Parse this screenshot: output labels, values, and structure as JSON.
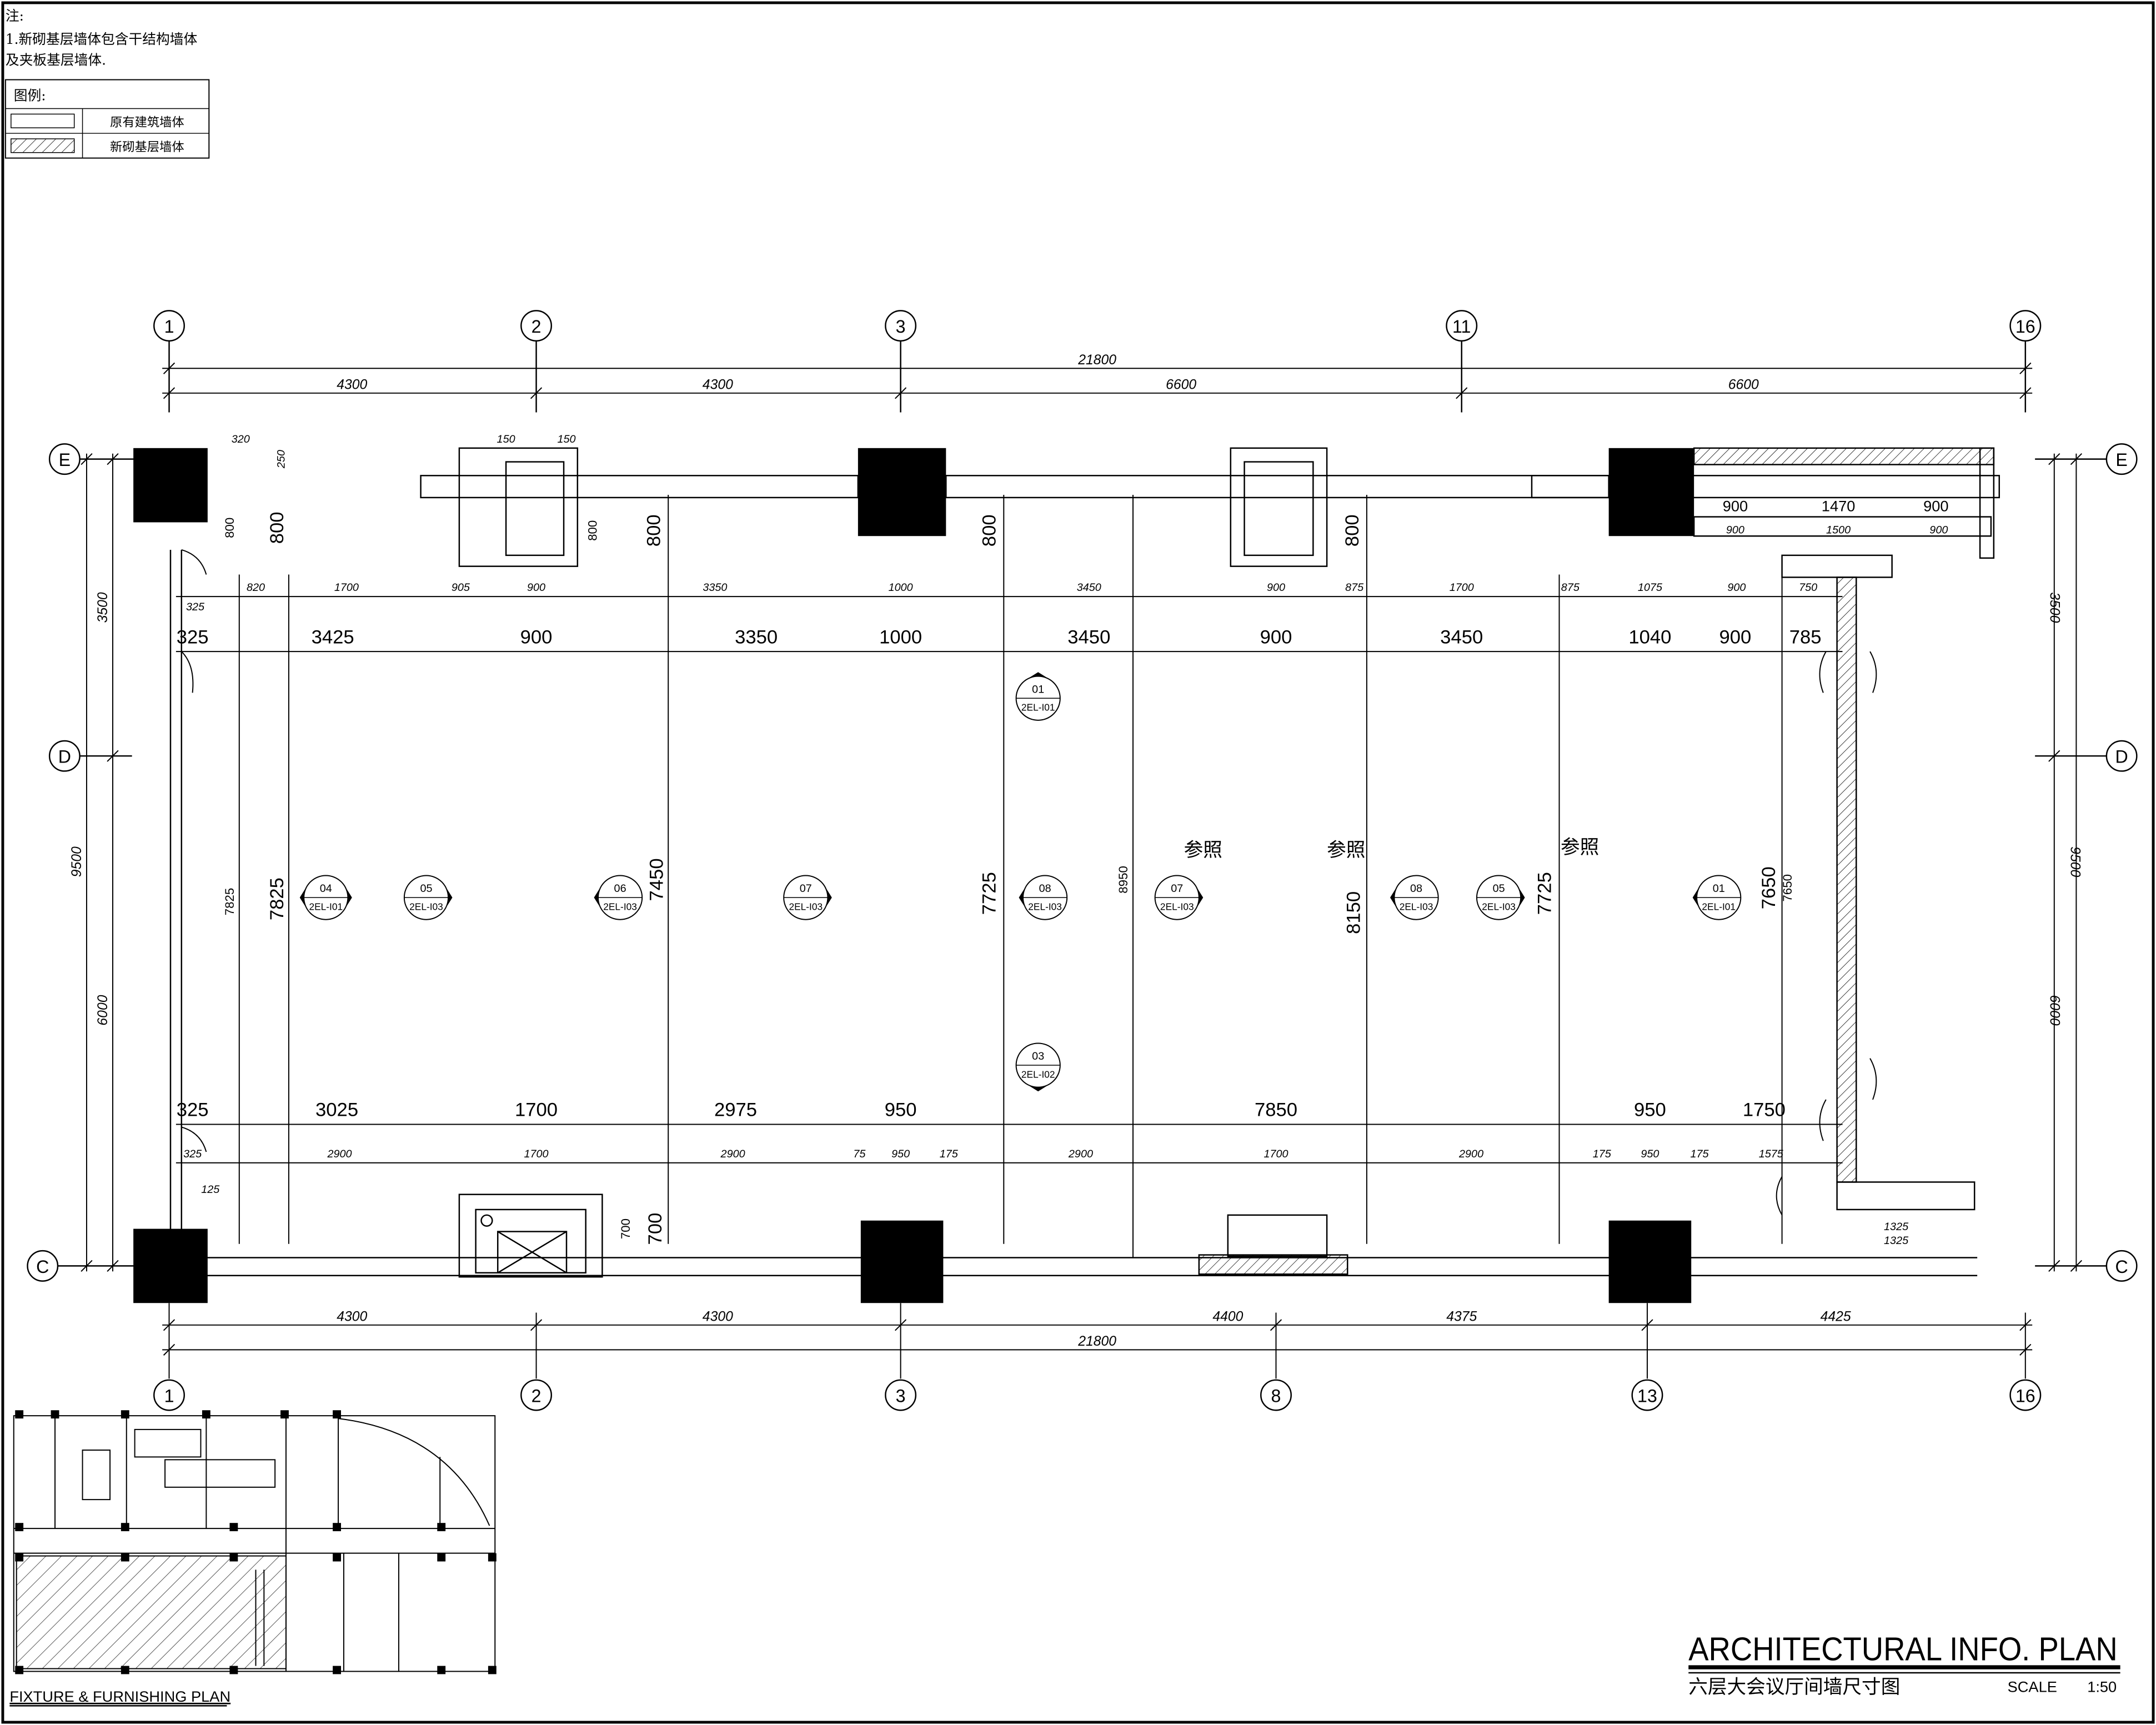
{
  "notes": {
    "heading": "注:",
    "line1": "1.新砌基层墙体包含干结构墙体",
    "line2": "及夹板基层墙体."
  },
  "legend": {
    "title": "图例:",
    "items": [
      {
        "label": "原有建筑墙体"
      },
      {
        "label": "新砌基层墙体"
      }
    ]
  },
  "grid": {
    "top_axes": [
      "1",
      "2",
      "3",
      "11",
      "16"
    ],
    "bottom_axes": [
      "1",
      "2",
      "3",
      "8",
      "13",
      "16"
    ],
    "row_axes": [
      "E",
      "D",
      "C"
    ]
  },
  "dimensions": {
    "top_total": "21800",
    "top_spans": [
      "4300",
      "4300",
      "6600",
      "6600"
    ],
    "bottom_spans": [
      "4300",
      "4300",
      "4400",
      "4375",
      "4425"
    ],
    "bottom_total": "21800",
    "left_outer": "9500",
    "left_inner": [
      "3500",
      "6000"
    ],
    "right_outer": "9500",
    "right_inner": [
      "3500",
      "6000"
    ],
    "row_a": [
      "820",
      "1700",
      "905",
      "900",
      "3350",
      "1000",
      "3450",
      "900",
      "875",
      "1700",
      "875",
      "1075",
      "900",
      "750"
    ],
    "row_b": [
      "325",
      "3425",
      "900",
      "3350",
      "1000",
      "3450",
      "900",
      "3450",
      "1040",
      "900",
      "785"
    ],
    "row_c": [
      "325",
      "3025",
      "1700",
      "2975",
      "950",
      "7850",
      "950",
      "1750"
    ],
    "row_d": [
      "2900",
      "1700",
      "2900",
      "75",
      "950",
      "175",
      "2900",
      "1700",
      "2900",
      "175",
      "950",
      "175",
      "1575"
    ],
    "top_right": [
      "900",
      "1470",
      "900",
      "900",
      "1500",
      "900"
    ],
    "verticals": [
      "7825",
      "7825",
      "7450",
      "7725",
      "8950",
      "8150",
      "7725",
      "7650",
      "7650",
      "800",
      "800",
      "800",
      "800",
      "800",
      "800",
      "700",
      "700"
    ],
    "small": [
      "325",
      "125",
      "320",
      "250",
      "150",
      "150",
      "1325",
      "1325"
    ]
  },
  "callouts": [
    {
      "top": "04",
      "bottom": "2EL-I01"
    },
    {
      "top": "05",
      "bottom": "2EL-I03"
    },
    {
      "top": "06",
      "bottom": "2EL-I03"
    },
    {
      "top": "07",
      "bottom": "2EL-I03"
    },
    {
      "top": "08",
      "bottom": "2EL-I03"
    },
    {
      "top": "07",
      "bottom": "2EL-I03"
    },
    {
      "top": "08",
      "bottom": "2EL-I03"
    },
    {
      "top": "05",
      "bottom": "2EL-I03"
    },
    {
      "top": "01",
      "bottom": "2EL-I01"
    },
    {
      "top": "01",
      "bottom": "2EL-I01"
    },
    {
      "top": "03",
      "bottom": "2EL-I02"
    }
  ],
  "refs": [
    "参照",
    "参照",
    "参照"
  ],
  "keyplan_label": "FIXTURE & FURNISHING PLAN",
  "title_block": {
    "title": "ARCHITECTURAL INFO.  PLAN",
    "subtitle": "六层大会议厅间墙尺寸图",
    "scale_label": "SCALE",
    "scale_value": "1:50"
  }
}
